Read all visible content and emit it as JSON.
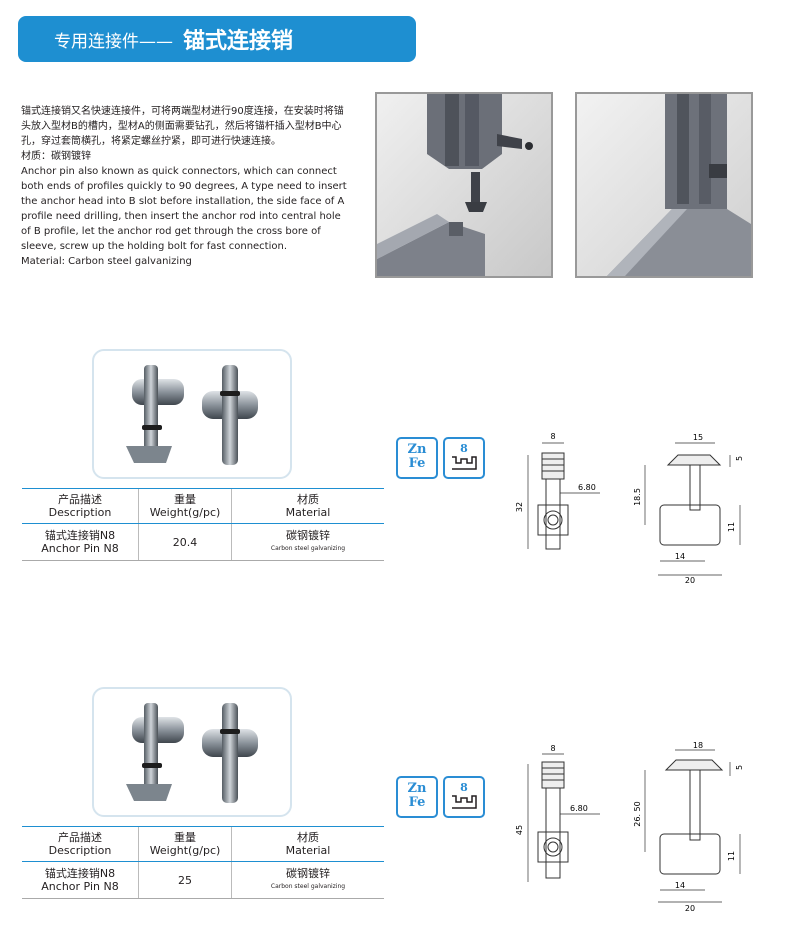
{
  "banner": {
    "prefix": "专用连接件——",
    "title": "锚式连接销"
  },
  "description": {
    "cn": "锚式连接销又名快速连接件，可将两端型材进行90度连接，在安装时将锚头放入型材B的槽内，型材A的侧面需要钻孔，然后将锚杆插入型材B中心孔，穿过套筒横孔，将紧定螺丝拧紧，即可进行快速连接。",
    "material_cn": "材质：碳钢镀锌",
    "en": "Anchor pin also known as quick connectors, which can connect both ends of profiles quickly to 90 degrees, A type need to insert the anchor head into B slot before installation, the side face of A profile need drilling, then insert the anchor rod into central hole of B profile, let the anchor rod get through the cross bore of sleeve, screw up the holding bolt for fast connection.",
    "material_en": "Material: Carbon steel galvanizing"
  },
  "table_header": {
    "c1_cn": "产品描述",
    "c1_en": "Description",
    "c2_cn": "重量",
    "c2_en": "Weight(g/pc)",
    "c3_cn": "材质",
    "c3_en": "Material"
  },
  "products": [
    {
      "name_cn": "锚式连接销N8",
      "name_en": "Anchor Pin N8",
      "weight": "20.4",
      "material_cn": "碳钢镀锌",
      "material_en": "Carbon steel galvanizing",
      "badge_zn": "Zn",
      "badge_fe": "Fe",
      "slot_size": "8",
      "dims": {
        "top": "8",
        "hole": "6.80",
        "total": "32",
        "head_w": "15",
        "head_h": "5",
        "shaft": "18.5",
        "dia": "11",
        "inner": "14",
        "width": "20"
      }
    },
    {
      "name_cn": "锚式连接销N8",
      "name_en": "Anchor Pin N8",
      "weight": "25",
      "material_cn": "碳钢镀锌",
      "material_en": "Carbon steel galvanizing",
      "badge_zn": "Zn",
      "badge_fe": "Fe",
      "slot_size": "8",
      "dims": {
        "top": "8",
        "hole": "6.80",
        "total": "45",
        "head_w": "18",
        "head_h": "5",
        "shaft": "26. 50",
        "dia": "11",
        "inner": "14",
        "width": "20"
      }
    }
  ]
}
